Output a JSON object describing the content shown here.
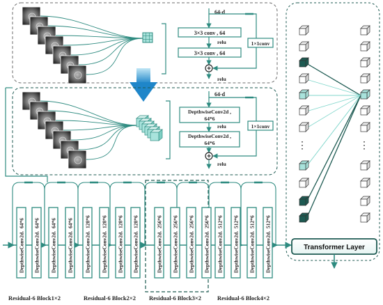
{
  "top_panel": {
    "input_label": "64-d",
    "conv1": "3×3 conv , 64",
    "relu1": "relu",
    "conv2": "3×3 conv , 64",
    "shortcut": "1×1conv",
    "relu_out": "relu",
    "add_symbol": "+"
  },
  "mid_panel": {
    "input_label": "64-d",
    "dw1_line1": "DepthwiseConv2d ,",
    "dw1_line2": "64*6",
    "relu1": "relu",
    "dw2_line1": "DepthwiseConv2d ,",
    "dw2_line2": "64*6",
    "shortcut": "1×1conv",
    "relu_out": "relu",
    "add_symbol": "+"
  },
  "vertical_prefix": "DepthwiseConv2d.",
  "blocks": [
    {
      "label": "Residual-6 Block1×2",
      "layers": [
        "64*6",
        "64*6"
      ]
    },
    {
      "label": "Residual-6 Block2×2",
      "layers": [
        "64*6",
        "64*6",
        "128*6",
        "128*6",
        "128*6",
        "128*6"
      ]
    },
    {
      "label": "Residual-6 Block3×2",
      "layers": [
        "256*6",
        "256*6",
        "256*6",
        "256*6"
      ]
    },
    {
      "label": "Residual-6 Block4×2",
      "layers": [
        "512*6",
        "512*6",
        "512*6",
        "512*6"
      ]
    }
  ],
  "transformer_label": "Transformer Layer",
  "token_ellipsis": "⋮",
  "colors": {
    "teal": "#2e8b80",
    "dark_teal": "#1d5a52",
    "light_teal": "#a9e3dc",
    "arrow_blue": "#3aa0d8",
    "panel_border": "#6b6b6b"
  }
}
